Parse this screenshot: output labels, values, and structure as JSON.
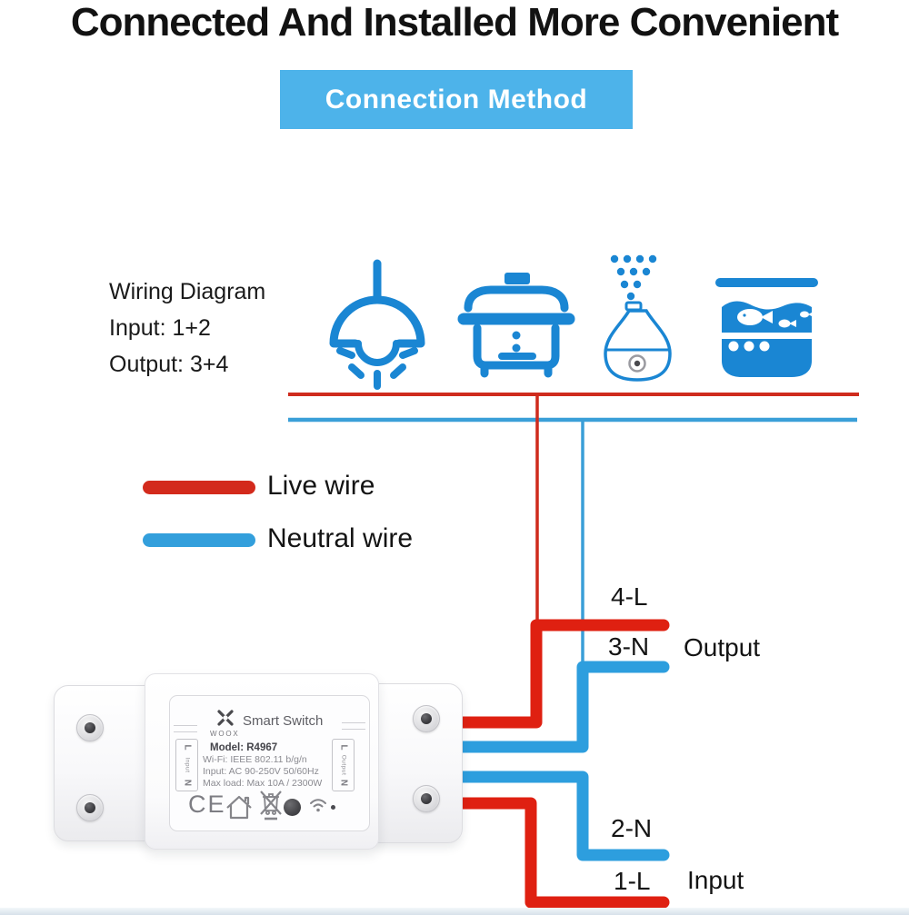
{
  "title": "Connected And Installed More Convenient",
  "section_button": {
    "label": "Connection Method",
    "bg": "#4db3ea"
  },
  "wiring_info": {
    "title": "Wiring Diagram",
    "input": "Input: 1+2",
    "output": "Output: 3+4"
  },
  "appliance_icons": [
    "pendant-lamp-icon",
    "rice-cooker-icon",
    "aroma-diffuser-icon",
    "aquarium-icon"
  ],
  "legend": {
    "live": {
      "label": "Live wire",
      "color": "#d32a1c"
    },
    "neutral": {
      "label": "Neutral wire",
      "color": "#339fdc"
    }
  },
  "wire_labels": {
    "output_live": "4-L",
    "output_neutral": "3-N",
    "output_group": "Output",
    "input_neutral": "2-N",
    "input_live": "1-L",
    "input_group": "Input"
  },
  "device": {
    "brand": "WOOX",
    "name": "Smart Switch",
    "model": "Model: R4967",
    "wifi": "Wi-Fi: IEEE 802.11 b/g/n",
    "power_input": "Input: AC 90-250V 50/60Hz",
    "max_load": "Max load: Max 10A / 2300W",
    "ce_mark": "CE",
    "left_terminal": {
      "line": "L",
      "label": "Input",
      "neutral": "N"
    },
    "right_terminal": {
      "line": "L",
      "label": "Output",
      "neutral": "N"
    }
  },
  "colors": {
    "icon_blue": "#1a86d3",
    "bus_red": "#cf2b1d",
    "bus_blue": "#3a9fd8",
    "wire_red": "#df2011",
    "wire_blue": "#2d9ede"
  }
}
